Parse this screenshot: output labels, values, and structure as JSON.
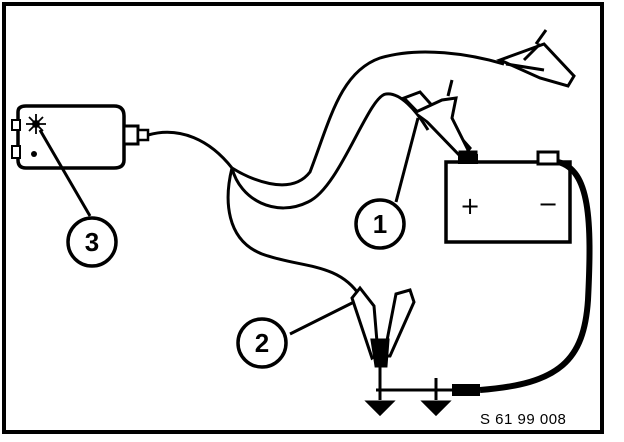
{
  "callouts": [
    {
      "label": "1"
    },
    {
      "label": "2"
    },
    {
      "label": "3"
    }
  ],
  "battery": {
    "plus": "+",
    "minus": "−"
  },
  "figure_ref": "S 61 99 008",
  "colors": {
    "ink": "#000000",
    "paper": "#ffffff"
  }
}
